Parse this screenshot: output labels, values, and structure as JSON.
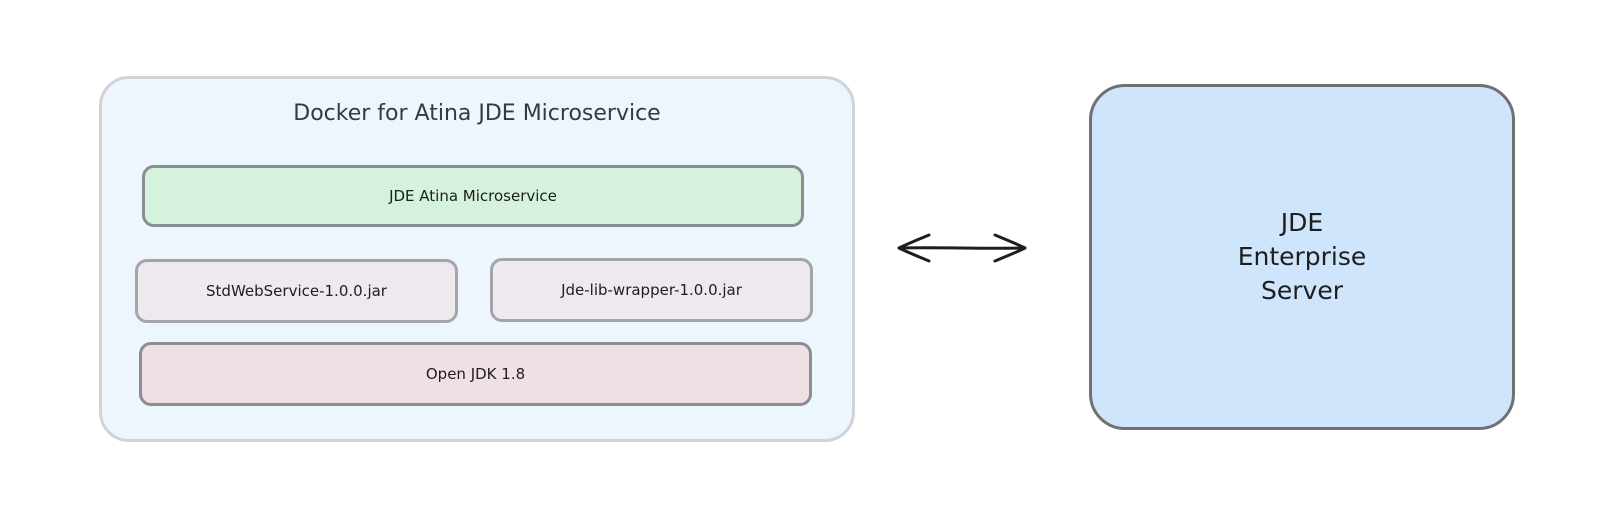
{
  "container": {
    "title": "Docker for Atina JDE Microservice"
  },
  "layers": {
    "microservice": "JDE Atina Microservice",
    "jar_left": "StdWebService-1.0.0.jar",
    "jar_right": "Jde-lib-wrapper-1.0.0.jar",
    "jdk": "Open JDK 1.8"
  },
  "server": {
    "label": "JDE\nEnterprise\nServer"
  },
  "colors": {
    "container_fill": "#edf5fd",
    "microservice_fill": "#d5f2df",
    "jar_fill": "#eee8ef",
    "jdk_fill": "#f0dfe3",
    "server_fill": "#cfe5fc"
  }
}
